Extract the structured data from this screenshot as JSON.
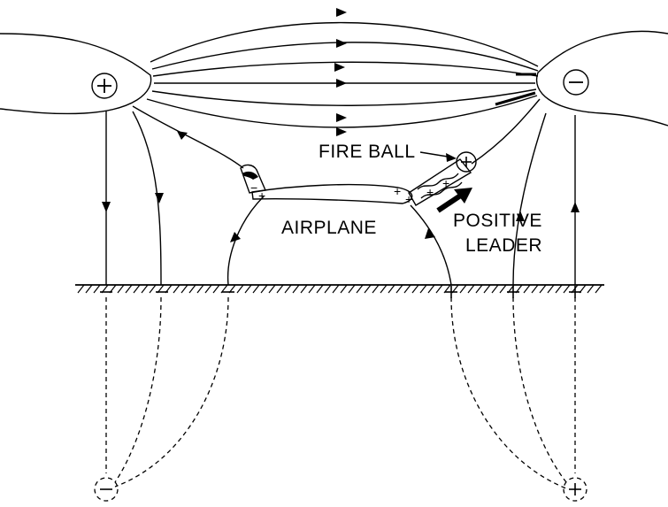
{
  "labels": {
    "fire_ball": "FIRE BALL",
    "airplane": "AIRPLANE",
    "leader_line1": "POSITIVE",
    "leader_line2": "LEADER"
  },
  "signs": {
    "plus": "+",
    "minus": "−"
  }
}
